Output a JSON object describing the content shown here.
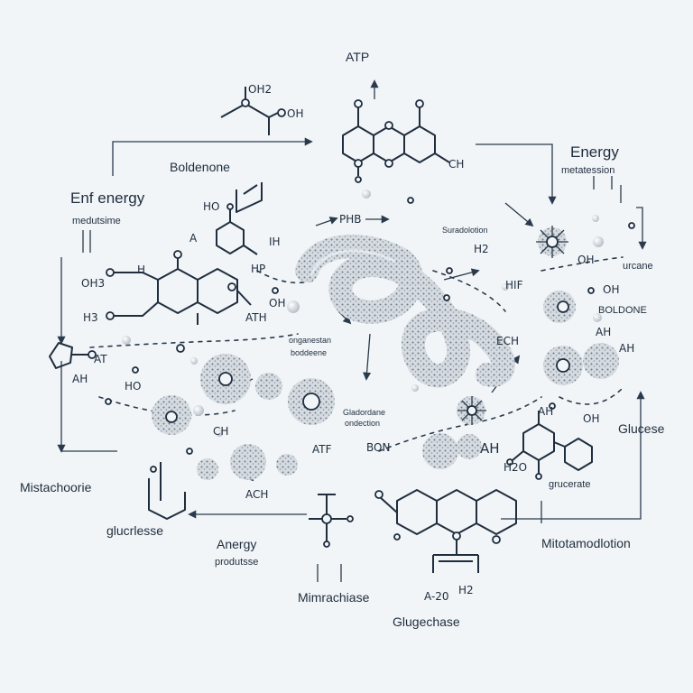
{
  "labels": {
    "atp": "ATP",
    "boldenone_top": "Boldenone",
    "enf_energy": "Enf energy",
    "medutsime": "medutsime",
    "energy_right": "Energy",
    "metatession": "metatession",
    "urcane": "urcane",
    "boldone": "BOLDONE",
    "glucese": "Glucese",
    "mistachoorie": "Mistachoorie",
    "glucrlesse": "glucrlesse",
    "anergy": "Anergy",
    "produtsse": "produtsse",
    "mimrachiase": "Mimrachiase",
    "glugechase": "Glugechase",
    "mitotamodlotion": "Mitotamodlotion",
    "grucerate": "grucerate",
    "suradolation": "Suradolotion",
    "gladordane_1": "Gladordane",
    "gladordane_2": "ondection",
    "onganestan": "onganestan",
    "boddeene": "boddeene"
  },
  "chem": {
    "oh2_top": "OH2",
    "o_oh": "OH",
    "ch_atp": "CH",
    "phb": "PHB",
    "ho_left": "HO",
    "a_left": "A",
    "ih": "IH",
    "oh3": "OH3",
    "h3": "H3",
    "ath_mid": "ATH",
    "hp": "HP",
    "at_left": "AT",
    "ah_left": "AH",
    "ho_low": "HO",
    "ch_low": "CH",
    "ach": "ACH",
    "atf": "ATF",
    "bon": "BON",
    "hif": "HIF",
    "ech": "ECH",
    "oh_right": "OH",
    "oh_right2": "OH",
    "ah_right": "AH",
    "ah_big": "AH",
    "ah_r2": "AH",
    "oh_gl": "OH",
    "h2o": "H2O",
    "a20": "A-20",
    "h2": "H2",
    "h2_small": "H2",
    "h_small": "H",
    "oh2_mid": "OH"
  },
  "colors": {
    "background": "#f1f5f8",
    "ink": "#1f2d3d",
    "sphere": "#9aa4ae"
  }
}
